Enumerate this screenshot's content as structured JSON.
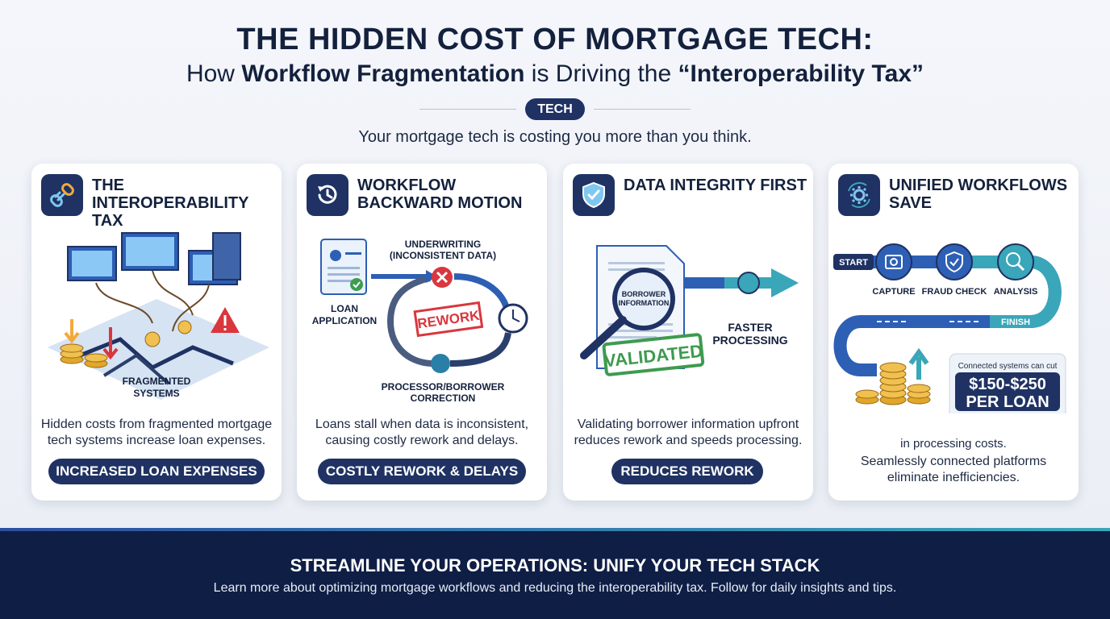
{
  "header": {
    "title": "THE HIDDEN COST OF MORTGAGE TECH:",
    "subtitle_pre": "How ",
    "subtitle_bold1": "Workflow Fragmentation",
    "subtitle_mid": " is Driving the ",
    "subtitle_bold2": "“Interoperability Tax”",
    "tag": "TECH",
    "tagline": "Your mortgage tech is costing you more than you think."
  },
  "cards": [
    {
      "title": "THE INTEROPERABILITY TAX",
      "icon": "broken-link-icon",
      "art_label": [
        "FRAGMENTED",
        "SYSTEMS"
      ],
      "description": "Hidden costs from fragmented mortgage tech systems increase loan expenses.",
      "pill": "INCREASED LOAN EXPENSES"
    },
    {
      "title": "WORKFLOW BACKWARD MOTION",
      "icon": "history-clock-icon",
      "labels": {
        "underwriting": [
          "UNDERWRITING",
          "(INCONSISTENT DATA)"
        ],
        "loan": [
          "LOAN",
          "APPLICATION"
        ],
        "rework": "REWORK",
        "correction": [
          "PROCESSOR/BORROWER",
          "CORRECTION"
        ]
      },
      "description": "Loans stall when data is inconsistent, causing costly rework and delays.",
      "pill": "COSTLY REWORK & DELAYS"
    },
    {
      "title": "DATA INTEGRITY FIRST",
      "icon": "shield-check-icon",
      "labels": {
        "borrower": [
          "BORROWER",
          "INFORMATION"
        ],
        "validated": "VALIDATED",
        "faster": [
          "FASTER",
          "PROCESSING"
        ]
      },
      "description": "Validating borrower information upfront reduces rework and speeds processing.",
      "pill": "REDUCES REWORK"
    },
    {
      "title": "UNIFIED WORKFLOWS SAVE",
      "icon": "gear-sync-icon",
      "labels": {
        "start": "START",
        "capture": "CAPTURE",
        "fraud": "FRAUD CHECK",
        "analysis": "ANALYSIS",
        "finish": "FINISH",
        "callout_top": "Connected systems can cut",
        "callout_amount": "$150-$250",
        "callout_unit": "PER LOAN",
        "callout_bottom": "in processing costs."
      },
      "description": "Seamlessly connected platforms eliminate inefficiencies."
    }
  ],
  "footer": {
    "headline": "STREAMLINE YOUR OPERATIONS: UNIFY YOUR TECH STACK",
    "text": "Learn more about optimizing mortgage workflows and reducing the interoperability tax. Follow for daily insights and tips."
  },
  "colors": {
    "navy": "#1f3263",
    "dark_navy": "#0f1e45",
    "blue": "#2d5fb5",
    "teal": "#3aa6b9",
    "red": "#d9363e",
    "green": "#3e9b4f",
    "gold": "#e0a72b"
  }
}
